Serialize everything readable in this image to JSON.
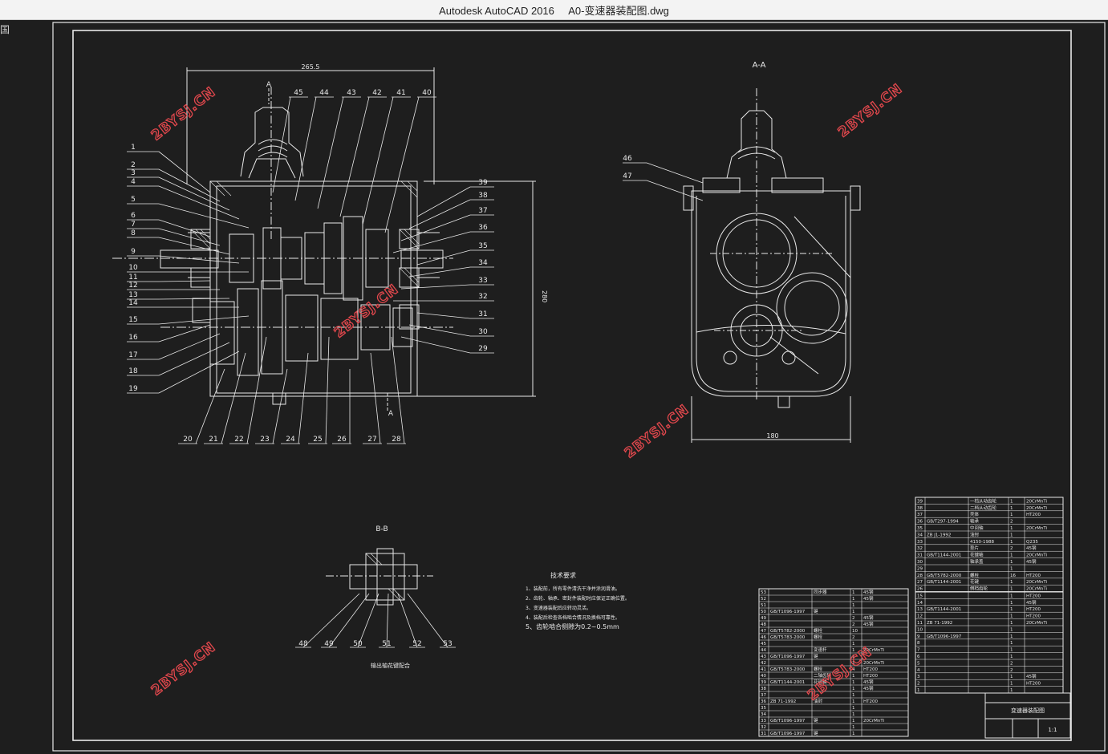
{
  "window": {
    "title": "Autodesk AutoCAD 2016     A0-变速器装配图.dwg",
    "side_glyph": "国"
  },
  "drawing": {
    "main_section_label": "A",
    "section_aa_title": "A-A",
    "section_bb_title": "B-B",
    "bb_caption": "输出轴花键配合",
    "top_dim": "265.5",
    "side_dim": "280",
    "aa_bottom_dim": "180",
    "callouts_left": [
      "1",
      "2",
      "3",
      "4",
      "5",
      "6",
      "7",
      "8",
      "9",
      "10",
      "11",
      "12",
      "13",
      "14",
      "15",
      "16",
      "17",
      "18",
      "19"
    ],
    "callouts_top": [
      "45",
      "44",
      "43",
      "42",
      "41",
      "40"
    ],
    "callouts_right": [
      "39",
      "38",
      "37",
      "36",
      "35",
      "34",
      "33",
      "32",
      "31",
      "30",
      "29"
    ],
    "callouts_bottom": [
      "20",
      "21",
      "22",
      "23",
      "24",
      "25",
      "26",
      "27",
      "28"
    ],
    "callouts_aa": [
      "46",
      "47"
    ],
    "callouts_bb": [
      "48",
      "49",
      "50",
      "51",
      "52",
      "53"
    ],
    "tech_req_title": "技术要求",
    "tech_req": [
      "1、装配前，所有零件清洗干净并涂润滑油。",
      "2、齿轮、轴承、密封件装配时应保证正确位置。",
      "3、变速器装配后应转动灵活。",
      "4、装配后检查各档啮合情况及换档可靠性。",
      "5、齿轮啮合侧隙为0.2~0.5mm"
    ],
    "watermark": "2BYSJ.CN"
  },
  "bom_upper": [
    [
      "39",
      "",
      "一档从动齿轮",
      "1",
      "20CrMnTi"
    ],
    [
      "38",
      "",
      "二档从动齿轮",
      "1",
      "20CrMnTi"
    ],
    [
      "37",
      "",
      "壳体",
      "1",
      "HT200"
    ],
    [
      "36",
      "GB/T297-1994",
      "轴承",
      "2",
      ""
    ],
    [
      "35",
      "",
      "中间轴",
      "1",
      "20CrMnTi"
    ],
    [
      "34",
      "ZB J1-1992",
      "油封",
      "1",
      ""
    ],
    [
      "33",
      "",
      "4150-1988",
      "1",
      "Q235"
    ],
    [
      "32",
      "",
      "垫片",
      "2",
      "45钢"
    ],
    [
      "31",
      "GB/T1144-2001",
      "花键轴",
      "1",
      "20CrMnTi"
    ],
    [
      "30",
      "",
      "轴承盖",
      "1",
      "45钢"
    ],
    [
      "29",
      "",
      "",
      "1",
      ""
    ],
    [
      "28",
      "GB/T5782-2000",
      "螺栓",
      "16",
      "HT200"
    ],
    [
      "27",
      "GB/T1144-2001",
      "花键",
      "1",
      "20CrMnTi"
    ],
    [
      "26",
      "",
      "倒档齿轮",
      "1",
      "20CrMnTi"
    ]
  ],
  "bom_lower_left": [
    [
      "53",
      "",
      "同步器",
      "1",
      "45钢"
    ],
    [
      "52",
      "",
      "",
      "1",
      "45钢"
    ],
    [
      "51",
      "",
      "",
      "1",
      ""
    ],
    [
      "50",
      "GB/T1096-1997",
      "键",
      "1",
      ""
    ],
    [
      "49",
      "",
      "",
      "2",
      "45钢"
    ],
    [
      "48",
      "",
      "",
      "2",
      "45钢"
    ],
    [
      "47",
      "GB/T5782-2000",
      "螺栓",
      "10",
      ""
    ],
    [
      "46",
      "GB/T5783-2000",
      "螺栓",
      "2",
      ""
    ],
    [
      "45",
      "",
      "",
      "1",
      ""
    ],
    [
      "44",
      "",
      "变速杆",
      "1",
      "20CrMnTi"
    ],
    [
      "43",
      "GB/T1096-1997",
      "键",
      "1",
      ""
    ],
    [
      "42",
      "",
      "",
      "1",
      "20CrMnTi"
    ],
    [
      "41",
      "GB/T5783-2000",
      "螺栓",
      "4",
      "HT200"
    ],
    [
      "40",
      "",
      "二轴齿轮",
      "1",
      "HT200"
    ],
    [
      "39",
      "GB/T1144-2001",
      "花键轴",
      "1",
      "45钢"
    ],
    [
      "38",
      "",
      "",
      "1",
      "45钢"
    ],
    [
      "37",
      "",
      "",
      "1",
      ""
    ],
    [
      "36",
      "ZB 71-1992",
      "油封",
      "1",
      "HT200"
    ],
    [
      "35",
      "",
      "",
      "1",
      ""
    ],
    [
      "34",
      "",
      "",
      "1",
      ""
    ],
    [
      "33",
      "GB/T1096-1997",
      "键",
      "1",
      "20CrMnTi"
    ],
    [
      "32",
      "",
      "",
      "1",
      ""
    ],
    [
      "31",
      "GB/T1096-1997",
      "键",
      "1",
      ""
    ]
  ],
  "bom_lower_mid": [
    [
      "15",
      "",
      "",
      "1",
      "HT200"
    ],
    [
      "14",
      "",
      "",
      "1",
      "45钢"
    ],
    [
      "13",
      "GB/T1144-2001",
      "",
      "1",
      "HT200"
    ],
    [
      "12",
      "",
      "",
      "1",
      "HT200"
    ],
    [
      "11",
      "ZB 71-1992",
      "",
      "1",
      "20CrMnTi"
    ],
    [
      "10",
      "",
      "",
      "1",
      ""
    ],
    [
      "9",
      "GB/T1096-1997",
      "",
      "1",
      ""
    ],
    [
      "8",
      "",
      "",
      "1",
      ""
    ],
    [
      "7",
      "",
      "",
      "1",
      ""
    ],
    [
      "6",
      "",
      "",
      "1",
      ""
    ],
    [
      "5",
      "",
      "",
      "2",
      ""
    ],
    [
      "4",
      "",
      "",
      "2",
      ""
    ],
    [
      "3",
      "",
      "",
      "1",
      "45钢"
    ],
    [
      "2",
      "",
      "",
      "1",
      "HT200"
    ],
    [
      "1",
      "",
      "",
      "1",
      ""
    ]
  ],
  "title_block": {
    "drawing_name": "变速器装配图",
    "scale": "1:1"
  }
}
